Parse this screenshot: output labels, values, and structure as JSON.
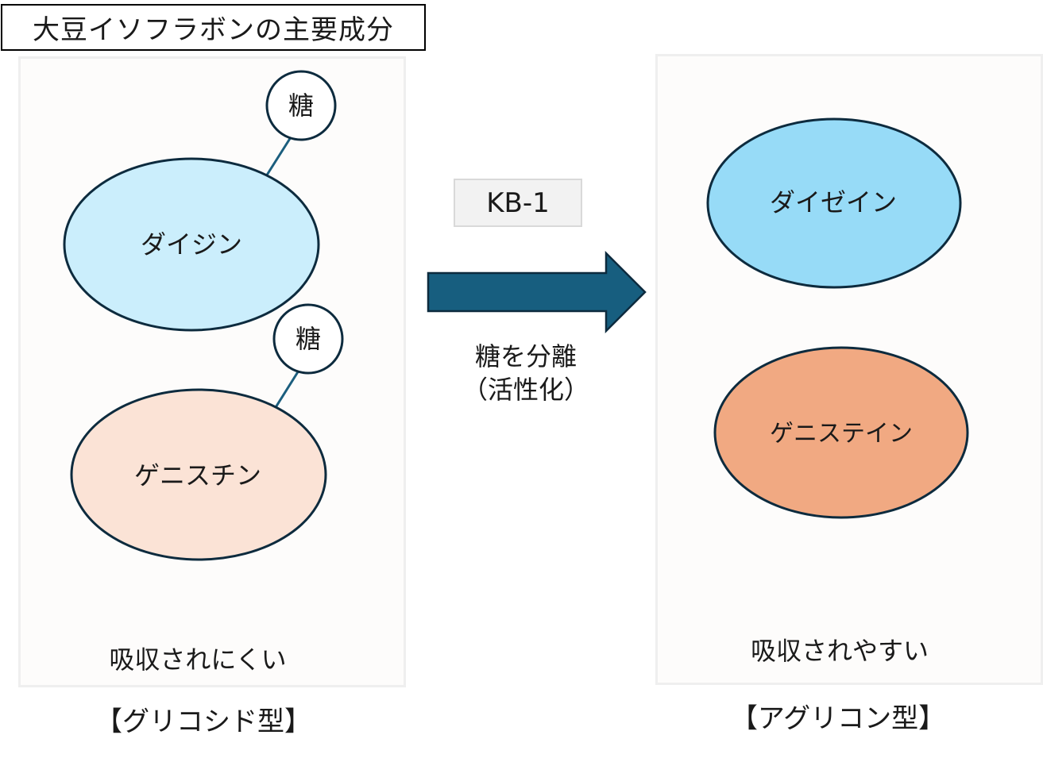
{
  "title": "大豆イソフラボンの主要成分",
  "colors": {
    "outline": "#0d2b3e",
    "connector": "#1b5e7e",
    "arrow_fill": "#175e7f",
    "daidzin_fill": "#cbeefc",
    "genistin_fill": "#fbe3d6",
    "daidzein_fill": "#97dbf7",
    "genistein_fill": "#f1a982",
    "panel_fill": "#fdfcfb",
    "panel_border": "#efefef",
    "kb_fill": "#f2f2f2"
  },
  "left_panel": {
    "molecules": [
      {
        "name": "ダイジン",
        "sugar": "糖"
      },
      {
        "name": "ゲニスチン",
        "sugar": "糖"
      }
    ],
    "note": "吸収されにくい",
    "type_label": "【グリコシド型】"
  },
  "process": {
    "enzyme": "KB-1",
    "caption_line1": "糖を分離",
    "caption_line2": "（活性化）"
  },
  "right_panel": {
    "molecules": [
      {
        "name": "ダイゼイン"
      },
      {
        "name": "ゲニステイン"
      }
    ],
    "note": "吸収されやすい",
    "type_label": "【アグリコン型】"
  }
}
